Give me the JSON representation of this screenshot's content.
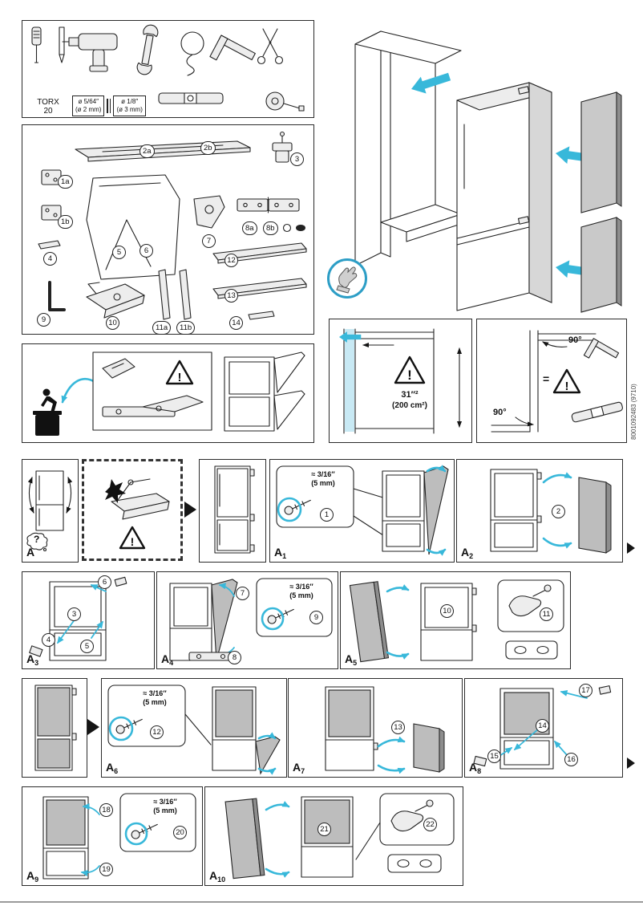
{
  "colors": {
    "accent_cyan": "#38b8da",
    "line": "#222222",
    "panel_gray": "#bdbdbd",
    "panel_dark_gray": "#8d8d8d"
  },
  "doc": {
    "code": "8001092483 (9710)"
  },
  "tools": {
    "torx_label": "TORX",
    "torx_size": "20",
    "bit_small_in": "ø 5/64″",
    "bit_small_mm": "(ø 2 mm)",
    "bit_big_in": "ø 1/8″",
    "bit_big_mm": "(ø 3 mm)"
  },
  "parts": {
    "labels": [
      "1a",
      "1b",
      "2a",
      "2b",
      "3",
      "4",
      "5",
      "6",
      "7",
      "8a",
      "8b",
      "9",
      "10",
      "11a",
      "11b",
      "12",
      "13",
      "14"
    ]
  },
  "warning": {
    "mark": "!"
  },
  "prep": {
    "vent_area_in": "31″²",
    "vent_area_cm": "(200 cm²)",
    "angle_top": "90°",
    "angle_bottom": "90°",
    "equals": "="
  },
  "gap": {
    "inches": "≈ 3/16″",
    "mm": "(5 mm)"
  },
  "steps": {
    "a": {
      "label": "A",
      "sub": "",
      "question_mark": "?"
    },
    "a1": {
      "label": "A",
      "sub": "1",
      "badges": [
        "1"
      ]
    },
    "a2": {
      "label": "A",
      "sub": "2",
      "badges": [
        "2"
      ]
    },
    "a3": {
      "label": "A",
      "sub": "3",
      "badges": [
        "3",
        "4",
        "5",
        "6"
      ]
    },
    "a4": {
      "label": "A",
      "sub": "4",
      "badges": [
        "7",
        "8",
        "9"
      ]
    },
    "a5": {
      "label": "A",
      "sub": "5",
      "badges": [
        "10",
        "11"
      ]
    },
    "a6": {
      "label": "A",
      "sub": "6",
      "badges": [
        "12"
      ]
    },
    "a7": {
      "label": "A",
      "sub": "7",
      "badges": [
        "13"
      ]
    },
    "a8": {
      "label": "A",
      "sub": "8",
      "badges": [
        "14",
        "15",
        "16",
        "17"
      ]
    },
    "a9": {
      "label": "A",
      "sub": "9",
      "badges": [
        "18",
        "19",
        "20"
      ]
    },
    "a10": {
      "label": "A",
      "sub": "10",
      "badges": [
        "21",
        "22"
      ]
    }
  }
}
